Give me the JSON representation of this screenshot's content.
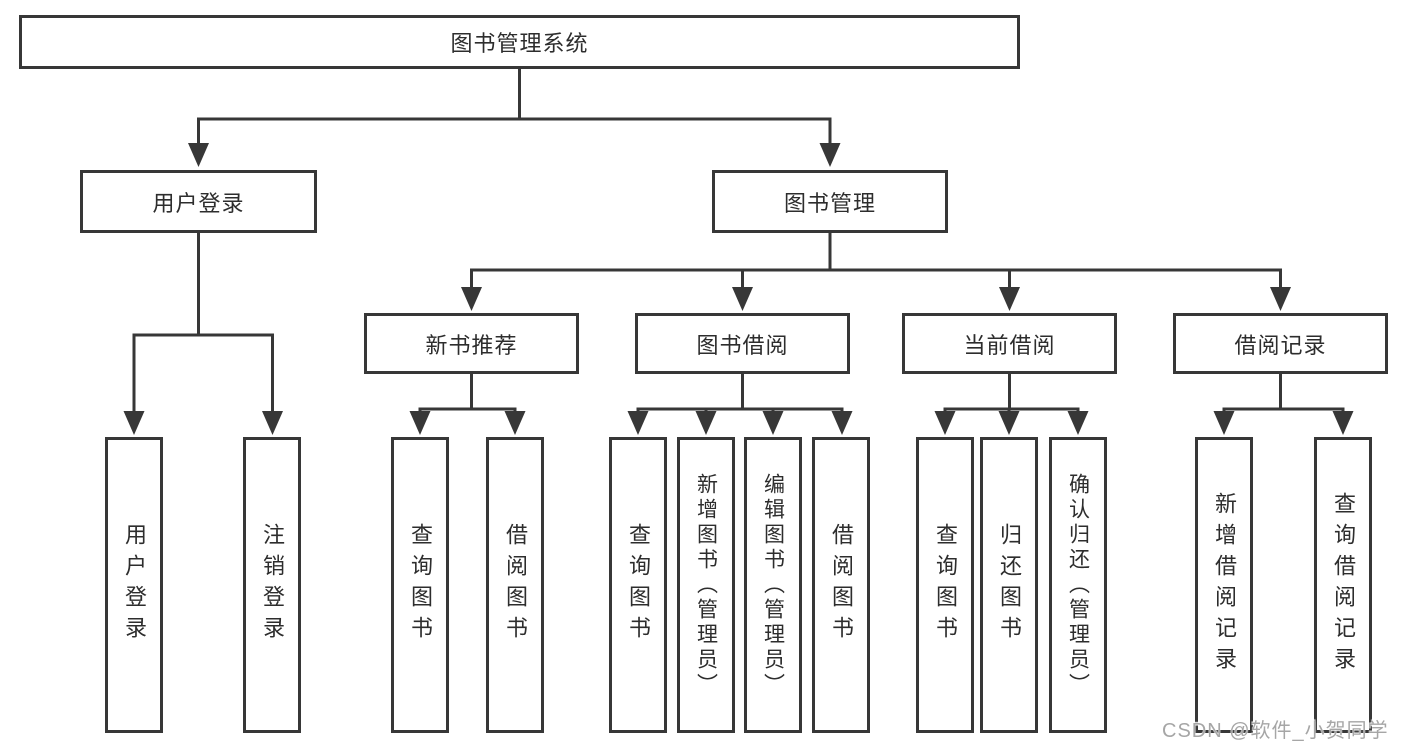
{
  "diagram_title": "图书管理系统",
  "watermark": "CSDN @软件_小贺同学",
  "colors": {
    "line": "#373737",
    "box_border": "#373737",
    "text": "#2d2d2d",
    "background": "#ffffff",
    "watermark": "#a6a6a6"
  },
  "nodes": [
    {
      "id": "root",
      "label": "图书管理系统",
      "parent": null,
      "level": 1
    },
    {
      "id": "user-login",
      "label": "用户登录",
      "parent": "root",
      "level": 2
    },
    {
      "id": "book-mgmt",
      "label": "图书管理",
      "parent": "root",
      "level": 2
    },
    {
      "id": "new-book-rec",
      "label": "新书推荐",
      "parent": "book-mgmt",
      "level": 3
    },
    {
      "id": "book-borrow",
      "label": "图书借阅",
      "parent": "book-mgmt",
      "level": 3
    },
    {
      "id": "current-borrow",
      "label": "当前借阅",
      "parent": "book-mgmt",
      "level": 3
    },
    {
      "id": "borrow-records",
      "label": "借阅记录",
      "parent": "book-mgmt",
      "level": 3
    },
    {
      "id": "leaf-login",
      "label": "用户登录",
      "parent": "user-login",
      "level": 4
    },
    {
      "id": "leaf-logout",
      "label": "注销登录",
      "parent": "user-login",
      "level": 4
    },
    {
      "id": "leaf-rec-query",
      "label": "查询图书",
      "parent": "new-book-rec",
      "level": 4
    },
    {
      "id": "leaf-rec-borrow",
      "label": "借阅图书",
      "parent": "new-book-rec",
      "level": 4
    },
    {
      "id": "leaf-bb-query",
      "label": "查询图书",
      "parent": "book-borrow",
      "level": 4
    },
    {
      "id": "leaf-bb-add",
      "label": "新增图书（管理员）",
      "parent": "book-borrow",
      "level": 4
    },
    {
      "id": "leaf-bb-edit",
      "label": "编辑图书（管理员）",
      "parent": "book-borrow",
      "level": 4
    },
    {
      "id": "leaf-bb-borrow",
      "label": "借阅图书",
      "parent": "book-borrow",
      "level": 4
    },
    {
      "id": "leaf-cb-query",
      "label": "查询图书",
      "parent": "current-borrow",
      "level": 4
    },
    {
      "id": "leaf-cb-return",
      "label": "归还图书",
      "parent": "current-borrow",
      "level": 4
    },
    {
      "id": "leaf-cb-confirm",
      "label": "确认归还（管理员）",
      "parent": "current-borrow",
      "level": 4
    },
    {
      "id": "leaf-br-add",
      "label": "新增借阅记录",
      "parent": "borrow-records",
      "level": 4
    },
    {
      "id": "leaf-br-query",
      "label": "查询借阅记录",
      "parent": "borrow-records",
      "level": 4
    }
  ]
}
